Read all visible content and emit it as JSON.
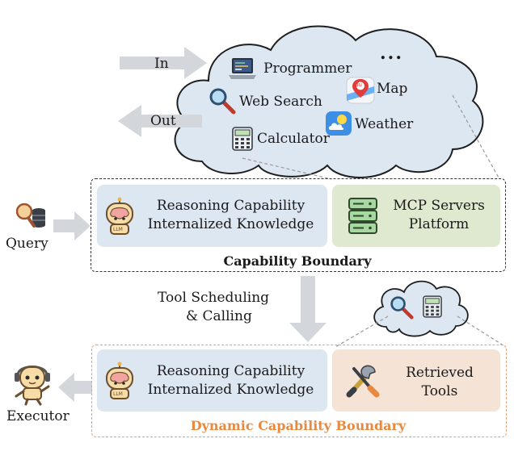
{
  "cloud": {
    "in_label": "In",
    "out_label": "Out",
    "tools": {
      "programmer": "Programmer",
      "web_search": "Web Search",
      "calculator": "Calculator",
      "map": "Map",
      "weather": "Weather",
      "more": "..."
    },
    "map_badge": "du"
  },
  "top_section": {
    "query_label": "Query",
    "reasoning_line1": "Reasoning Capability",
    "reasoning_line2": "Internalized Knowledge",
    "mcp_line1": "MCP Servers",
    "mcp_line2": "Platform",
    "boundary_label": "Capability Boundary"
  },
  "middle": {
    "scheduling_line1": "Tool Scheduling",
    "scheduling_line2": "& Calling"
  },
  "bottom_section": {
    "executor_label": "Executor",
    "reasoning_line1": "Reasoning Capability",
    "reasoning_line2": "Internalized Knowledge",
    "retrieved_line1": "Retrieved",
    "retrieved_line2": "Tools",
    "boundary_label": "Dynamic Capability Boundary"
  },
  "llm_badge": "LLM",
  "colors": {
    "cloud_fill": "#dde7f2",
    "arrow_gray": "#d3d7dc",
    "boundary_orange": "#e8893f"
  }
}
